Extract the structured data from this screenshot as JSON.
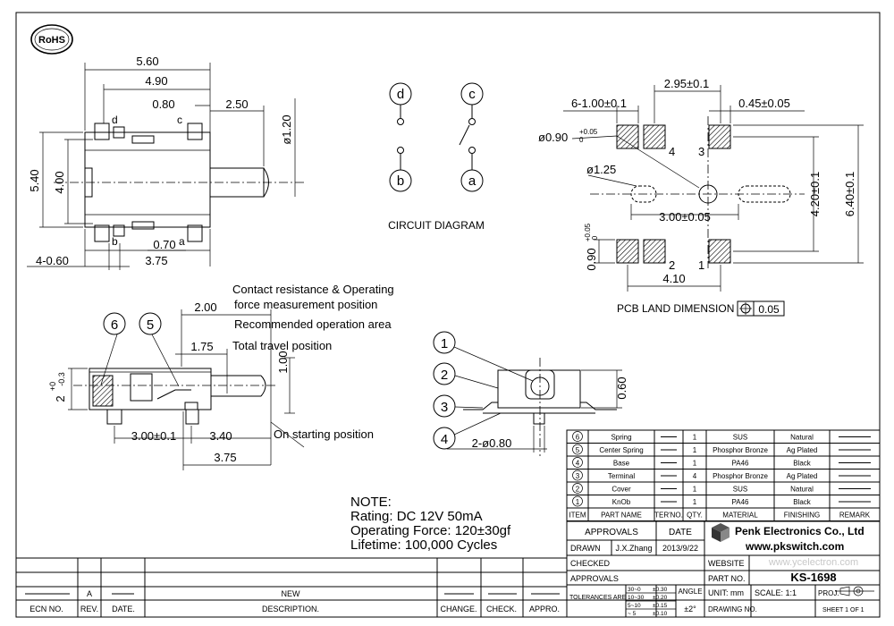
{
  "rohs": "RoHS",
  "dims_top": {
    "d560": "5.60",
    "d490": "4.90",
    "d080": "0.80",
    "d250": "2.50",
    "d120": "ø1.20",
    "d540": "5.40",
    "d400": "4.00",
    "d070": "0.70",
    "d460": "4-0.60",
    "d375": "3.75",
    "pin_d": "d",
    "pin_c": "c",
    "pin_b": "b",
    "pin_a": "a"
  },
  "circuit": {
    "title": "CIRCUIT DIAGRAM",
    "d": "d",
    "c": "c",
    "b": "b",
    "a": "a"
  },
  "pcb": {
    "d295": "2.95±0.1",
    "d6x100": "6-1.00±0.1",
    "d045": "0.45±0.05",
    "d090": "ø0.90",
    "d090_tol_up": "+0.05",
    "d090_tol_dn": "0",
    "d125": "ø1.25",
    "d300": "3.00±0.05",
    "d420": "4.20±0.1",
    "d640": "6.40±0.1",
    "d090v": "0.90",
    "d090v_tol_up": "+0.05",
    "d090v_tol_dn": "0",
    "d410": "4.10",
    "n1": "1",
    "n2": "2",
    "n3": "3",
    "n4": "4",
    "caption": "PCB LAND DIMENSION",
    "tolerance": "0.05"
  },
  "side": {
    "d200": "2.00",
    "d175": "1.75",
    "d100": "1.00",
    "d2": "2",
    "d2_tol_up": "+0",
    "d2_tol_dn": "-0.3",
    "d300": "3.00±0.1",
    "d340": "3.40",
    "d375": "3.75",
    "callout6": "6",
    "callout5": "5",
    "note1": "Contact resistance & Operating",
    "note2": "force measurement position",
    "note3": "Recommended operation area",
    "note4": "Total travel  position",
    "note5": "On starting position"
  },
  "front": {
    "c1": "1",
    "c2": "2",
    "c3": "3",
    "c4": "4",
    "d060": "0.60",
    "d2x080": "2-ø0.80"
  },
  "note": {
    "title": "NOTE:",
    "rating": "Rating: DC 12V 50mA",
    "force": "Operating Force: 120±30gf",
    "life": "Lifetime:  100,000 Cycles"
  },
  "bom": {
    "rows": [
      {
        "item": "6",
        "part": "Spring",
        "qty": "1",
        "material": "SUS",
        "finishing": "Natural"
      },
      {
        "item": "5",
        "part": "Center Spring",
        "qty": "1",
        "material": "Phosphor Bronze",
        "finishing": "Ag Plated"
      },
      {
        "item": "4",
        "part": "Base",
        "qty": "1",
        "material": "PA46",
        "finishing": "Black"
      },
      {
        "item": "3",
        "part": "Terminal",
        "qty": "4",
        "material": "Phosphor Bronze",
        "finishing": "Ag Plated"
      },
      {
        "item": "2",
        "part": "Cover",
        "qty": "1",
        "material": "SUS",
        "finishing": "Natural"
      },
      {
        "item": "1",
        "part": "KnOb",
        "qty": "1",
        "material": "PA46",
        "finishing": "Black"
      }
    ],
    "headers": {
      "item": "ITEM",
      "part": "PART NAME",
      "terno": "TER'NO.",
      "qty": "QTY.",
      "material": "MATERIAL",
      "finishing": "FINISHING",
      "remark": "REMARK"
    }
  },
  "title_block": {
    "approvals": "APPROVALS",
    "date": "DATE",
    "drawn": "DRAWN",
    "drawn_by": "J.X.Zhang",
    "drawn_date": "2013/9/22",
    "checked": "CHECKED",
    "approvals2": "APPROVALS",
    "company": "Penk Electronics Co., Ltd",
    "company_web": "www.pkswitch.com",
    "website_label": "WEBSITE",
    "website_value": "www.ycelectron.com",
    "part_no_label": "PART NO.",
    "part_no": "KS-1698",
    "tolerances": "TOLERANCES ARE",
    "tol_r1": "30~0",
    "tol_r1v": "±0.30",
    "tol_r2": "10~30",
    "tol_r2v": "±0.20",
    "tol_r3": "5~10",
    "tol_r3v": "±0.15",
    "tol_r4": "~ 5",
    "tol_r4v": "±0.10",
    "angle": "ANGLE",
    "angle_v": "±2°",
    "unit": "UNIT: mm",
    "scale": "SCALE: 1:1",
    "proj": "PROJ.",
    "drawing_no": "DRAWING NO.",
    "sheet": "SHEET  1 OF 1"
  },
  "revision": {
    "a": "A",
    "new": "NEW",
    "ecn": "ECN NO.",
    "rev": "REV.",
    "date": "DATE.",
    "description": "DESCRIPTION.",
    "change": "CHANGE.",
    "check": "CHECK.",
    "appro": "APPRO."
  }
}
